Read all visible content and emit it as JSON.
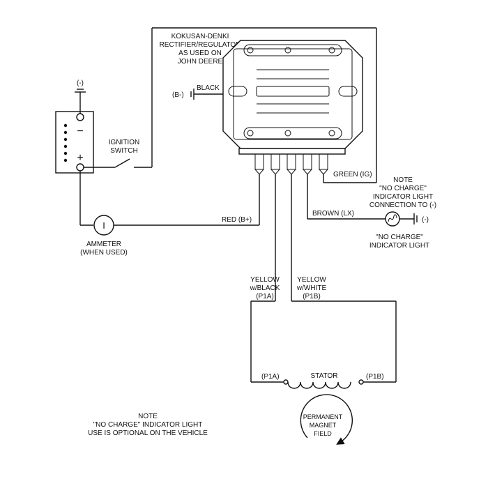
{
  "regulator": {
    "title_lines": [
      "KOKUSAN-DENKI",
      "RECTIFIER/REGULATOR",
      "AS USED ON",
      "JOHN DEERE"
    ],
    "ground_label": "(B-)",
    "black_label": "BLACK"
  },
  "battery": {
    "neg_terminal_label": "(-)",
    "minus_sign": "−",
    "plus_sign": "+"
  },
  "ignition": {
    "label_lines": [
      "IGNITION",
      "SWITCH"
    ]
  },
  "wires": {
    "green": "GREEN (IG)",
    "red": "RED (B+)",
    "brown": "BROWN (LX)",
    "yellow_black_lines": [
      "YELLOW",
      "w/BLACK",
      "(P1A)"
    ],
    "yellow_white_lines": [
      "YELLOW",
      "w/WHITE",
      "(P1B)"
    ]
  },
  "ammeter": {
    "symbol": "I",
    "label_lines": [
      "AMMETER",
      "(WHEN USED)"
    ]
  },
  "indicator": {
    "ground_label": "(-)",
    "label_lines": [
      "\"NO CHARGE\"",
      "INDICATOR LIGHT"
    ]
  },
  "note_right": {
    "lines": [
      "NOTE",
      "\"NO CHARGE\"",
      "INDICATOR LIGHT",
      "CONNECTION TO (-)"
    ]
  },
  "stator": {
    "label": "STATOR",
    "left_terminal": "(P1A)",
    "right_terminal": "(P1B)"
  },
  "magnet": {
    "label_lines": [
      "PERMANENT",
      "MAGNET",
      "FIELD"
    ]
  },
  "note_bottom": {
    "lines": [
      "NOTE",
      "\"NO CHARGE\" INDICATOR LIGHT",
      "USE IS OPTIONAL ON THE VEHICLE"
    ]
  }
}
